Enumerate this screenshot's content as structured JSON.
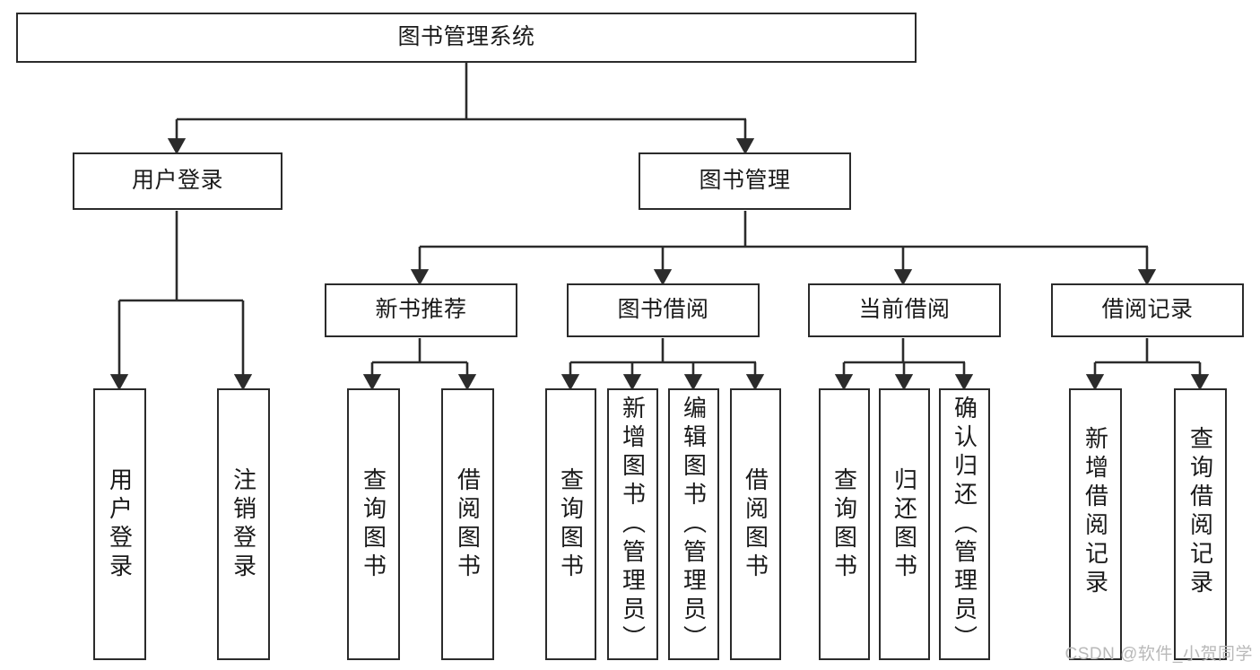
{
  "diagram": {
    "title": "图书管理系统",
    "type": "hierarchy-tree",
    "watermark": "CSDN @软件_小贺同学",
    "colors": {
      "stroke": "#2b2b2b",
      "fill": "#ffffff",
      "text": "#1a1a1a",
      "watermark": "#b9b9b9"
    },
    "nodes": {
      "root": {
        "label": "图书管理系统"
      },
      "level2": [
        {
          "id": "user-login",
          "label": "用户登录"
        },
        {
          "id": "book-manage",
          "label": "图书管理"
        }
      ],
      "level3": [
        {
          "id": "new-book-recommend",
          "label": "新书推荐"
        },
        {
          "id": "book-borrow",
          "label": "图书借阅"
        },
        {
          "id": "current-borrow",
          "label": "当前借阅"
        },
        {
          "id": "borrow-record",
          "label": "借阅记录"
        }
      ],
      "leaves": [
        {
          "id": "leaf-user-login",
          "label": "用户登录"
        },
        {
          "id": "leaf-logout-login",
          "label": "注销登录"
        },
        {
          "id": "leaf-query-book-1",
          "label": "查询图书"
        },
        {
          "id": "leaf-borrow-book-1",
          "label": "借阅图书"
        },
        {
          "id": "leaf-query-book-2",
          "label": "查询图书"
        },
        {
          "id": "leaf-add-book",
          "label": "新增图书（管理员）"
        },
        {
          "id": "leaf-edit-book",
          "label": "编辑图书（管理员）"
        },
        {
          "id": "leaf-borrow-book-2",
          "label": "借阅图书"
        },
        {
          "id": "leaf-query-book-3",
          "label": "查询图书"
        },
        {
          "id": "leaf-return-book",
          "label": "归还图书"
        },
        {
          "id": "leaf-confirm-return",
          "label": "确认归还（管理员）"
        },
        {
          "id": "leaf-add-record",
          "label": "新增借阅记录"
        },
        {
          "id": "leaf-query-record",
          "label": "查询借阅记录"
        }
      ]
    }
  }
}
